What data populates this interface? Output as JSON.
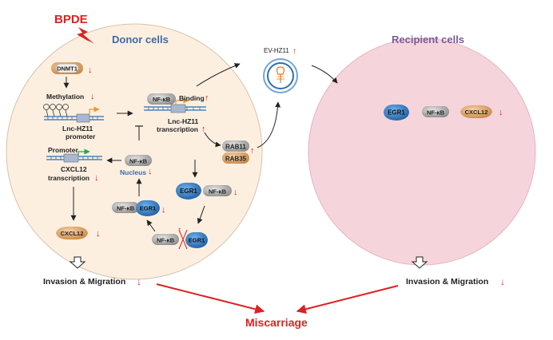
{
  "stimulus": {
    "label": "BPDE"
  },
  "donor": {
    "title": "Donor cells",
    "dnmt1": "DNMT1",
    "methylation": "Methylation",
    "promoter_line1": "Lnc-HZ11",
    "promoter_line2": "promoter",
    "nfkb": "NF-κB",
    "binding": "Binding",
    "transcription_line1": "Lnc-HZ11",
    "transcription_line2": "transcription",
    "rab11": "RAB11",
    "rab35": "RAB35",
    "promoter": "Promoter",
    "cxcl12_tx_line1": "CXCL12",
    "cxcl12_tx_line2": "transcription",
    "nucleus": "Nucleus",
    "egr1": "EGR1",
    "cxcl12": "CXCL12"
  },
  "vesicle": {
    "label": "EV-HZ11"
  },
  "recipient": {
    "title": "Recipient cells",
    "egr1": "EGR1",
    "nfkb": "NF-κB",
    "cxcl12": "CXCL12"
  },
  "outcome": {
    "invasion_left": "Invasion & Migration",
    "invasion_right": "Invasion & Migration",
    "result": "Miscarriage"
  },
  "colors": {
    "donor_fill": "#fcefe0",
    "recipient_fill": "#f6d4dc",
    "title_blue": "#3d6aa6",
    "title_purple": "#7a5a9a",
    "red": "#e02020",
    "egr1": "#2f7fc6",
    "nfkb": "#8a8a8a",
    "orange": "#e0a060"
  }
}
